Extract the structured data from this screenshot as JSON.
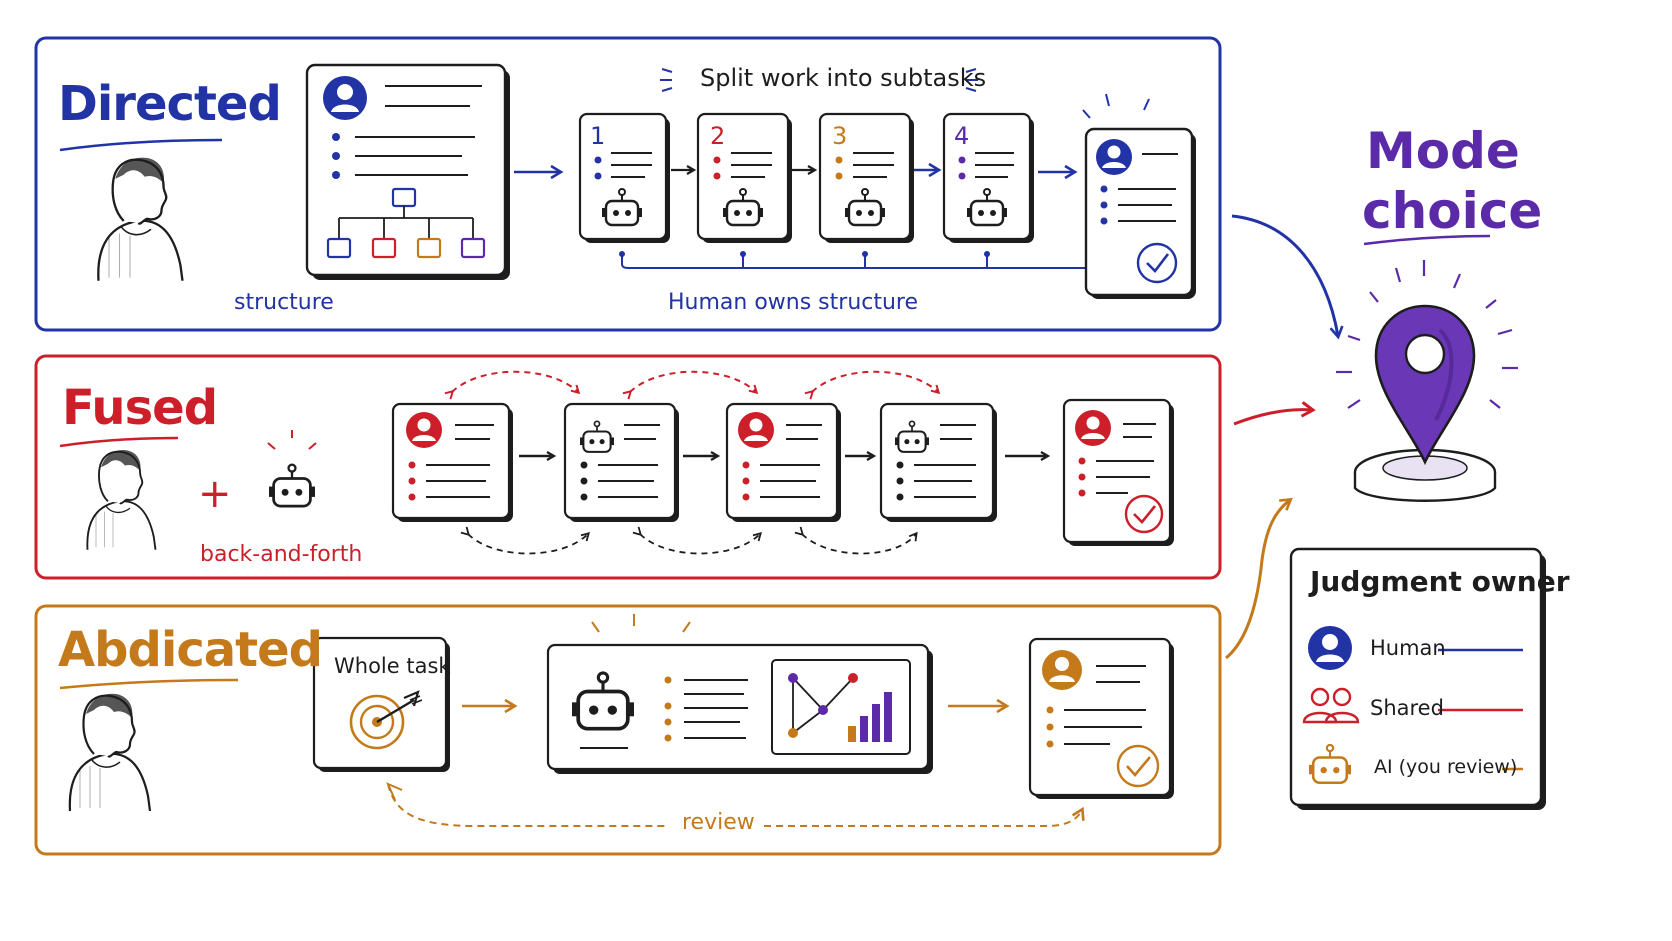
{
  "colors": {
    "ink": "#1d1d1d",
    "directed": "#2233a6",
    "fused": "#cc1f2a",
    "abdicated": "#c47a1b",
    "purple": "#5b2aa8"
  },
  "icons": [
    "person-icon",
    "robot-icon",
    "checkmark-icon",
    "target-icon",
    "map-pin-icon",
    "group-icon",
    "chart-icon",
    "hierarchy-icon"
  ],
  "directed": {
    "title": "Directed",
    "caption_left": "structure",
    "top_note": "Split work into subtasks",
    "bottom_note": "Human owns structure",
    "steps": [
      "1",
      "2",
      "3",
      "4"
    ]
  },
  "fused": {
    "title": "Fused",
    "plus": "+",
    "caption": "back-and-forth"
  },
  "abdicated": {
    "title": "Abdicated",
    "task_label": "Whole task",
    "review_label": "review"
  },
  "mode_choice": {
    "line1": "Mode",
    "line2": "choice"
  },
  "legend": {
    "title": "Judgment owner",
    "items": [
      {
        "label": "Human",
        "color": "#2233a6"
      },
      {
        "label": "Shared",
        "color": "#cc1f2a"
      },
      {
        "label": "AI (you review)",
        "color": "#c47a1b"
      }
    ]
  }
}
